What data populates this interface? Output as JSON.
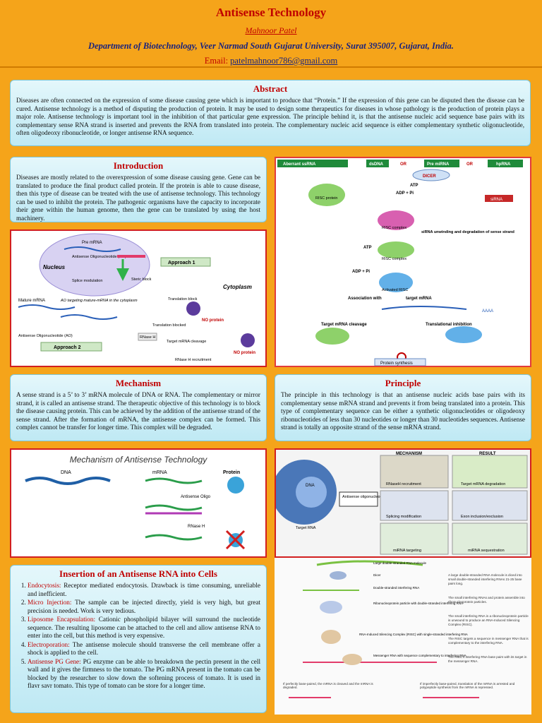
{
  "header": {
    "title": "Antisense Technology",
    "author": "Mahnoor Patel",
    "department": "Department of Biotechnology, Veer Narmad South Gujarat University, Surat 395007, Gujarat, India.",
    "email_label": "Email:",
    "email": "patelmahnoor786@gmail.com"
  },
  "abstract": {
    "heading": "Abstract",
    "text": "Diseases are often connected on the expression of some disease causing gene which is important to produce that “Protein.” If the expression of this gene can be disputed then the disease can be cured. Antisense technology is a method of disputing the production of protein. It may be used to design some therapeutics for diseases in whose pathology is the production of protein plays a major role. Antisense technology is important tool in the inhibition of that particular gene expression. The principle behind it, is that the antisense nucleic acid sequence base pairs with its complementary sense RNA strand is inserted and prevents the RNA from translated into protein. The complementary nucleic acid sequence is either complementary synthetic oligonucleotide, often oligodeoxy ribonucleotide, or longer antisense RNA sequence."
  },
  "introduction": {
    "heading": "Introduction",
    "text": "Diseases are mostly related to the overexpression of some disease causing gene. Gene can be translated to produce the final product called protein. If the protein is able to cause disease, then this type of disease can be treated with the use of antisense technology. This technology can be used to inhibit the protein. The pathogenic organisms have the capacity to incorporate their gene within the human genome, then the gene can be translated by using the host machinery."
  },
  "mechanism": {
    "heading": "Mechanism",
    "text": "A sense strand is a 5’ to 3’ mRNA molecule of DNA or RNA. The complementary or mirror strand, it is called an antisense strand. The therapeutic objective of this technology is to block the disease causing protein. This can be achieved by the addition of the antisense strand of the sense strand. After the formation of mRNA, the antisense complex can be formed. This complex cannot be transfer for longer time. This complex will be degraded."
  },
  "principle": {
    "heading": "Principle",
    "text": "The principle in this technology is that an antisense nucleic acids base pairs with its complementary sense mRNA strand and prevents it from being translated into a protein. This type of complementary sequence can be either a synthetic oligonucleotides or oligodeoxy ribonucleotides of less than 30 nucleotides or longer than 30 nucleotides sequences. Antisense strand is totally an opposite strand of the sense mRNA strand."
  },
  "insertion": {
    "heading": "Insertion of an Antisense RNA into Cells",
    "items": [
      {
        "term": "Endocytosis:",
        "text": " Receptor mediated endocytosis. Drawback is time consuming, unreliable and inefficient."
      },
      {
        "term": "Micro Injection:",
        "text": " The sample can be injected directly, yield is very high, but great precision is needed. Work is very tedious."
      },
      {
        "term": "Liposome Encapsulation:",
        "text": " Cationic phospholipid bilayer will surround the nucleotide sequence. The resulting liposome can be attached to the cell and allow antisense RNA to enter into the cell, but this method is very expensive."
      },
      {
        "term": "Electroporation:",
        "text": " The antisense molecule should transverse the cell membrane offer a shock is applied to the cell."
      },
      {
        "term": "Antisense PG Gene:",
        "text": " PG enzyme can be able to breakdown the pectin present in the cell wall and it gives the firmness to the tomato. The PG mRNA present in the tomato can be blocked by the researcher to slow down the softening process of tomato. It is used in flavr savr tomato. This type of tomato can be store for a longer time."
      }
    ]
  },
  "fig_approach": {
    "nucleus": "Nucleus",
    "cytoplasm": "Cytoplasm",
    "pre_mrna": "Pre mRNA",
    "ao": "Antisense Oligonucleotide (AO)",
    "splice": "Splice modulation",
    "steric": "Steric block",
    "approach1": "Approach 1",
    "approach2": "Approach 2",
    "mature": "Mature mRNA",
    "ao_target": "AO targeting mature-mRNA in the cytoplasm",
    "translation_block": "Translation block",
    "translation_blocked": "Translation blocked",
    "no_protein": "NO protein",
    "rnase": "RNase H",
    "cleavage": "Target mRNA cleavage",
    "recruit": "RNase H recruitment",
    "ao2": "Antisense Oligonucleotide (AO)"
  },
  "fig_mech": {
    "title": "Mechanism of Antisense Technology",
    "dna": "DNA",
    "mrna": "mRNA",
    "protein": "Protein",
    "oligo": "Antisense Oligo",
    "rnase": "RNase H"
  },
  "fig_rnai": {
    "top": [
      "Aberrant ssRNA",
      "dsDNA",
      "OR",
      "Pre miRNA",
      "OR",
      "hpRNA"
    ],
    "dicer": "DICER",
    "atp": "ATP",
    "adp": "ADP + Pi",
    "risc_protein": "RISC protein",
    "sirna": "siRNA",
    "risc_complex": "RISC complex",
    "unwind": "siRNA unwinding and degradation of sense strand",
    "risc_complex2": "RISC complex",
    "atp2": "ATP",
    "adp2": "ADP + Pi",
    "activated": "Activated RISC",
    "assoc": "Association with",
    "target": "target mRNA",
    "aaaa": "AAAA",
    "cleavage": "Target mRNA cleavage",
    "inhibition": "Translational inhibition",
    "protein_synth": "Protein synthesis"
  },
  "fig_result": {
    "mechanism": "MECHANISM",
    "result": "RESULT",
    "dna": "DNA",
    "target_rna": "Target RNA",
    "antisense": "Antisense oligonucleotide",
    "rnaseh": "RNaseH recruitment",
    "degradation": "Target mRNA degradation",
    "splicing": "Splicing modification",
    "exon": "Exon inclusion/exclusion",
    "mirna_target": "miRNA targeting",
    "mirna_seq": "miRNA sequestration"
  },
  "fig_sirna": {
    "labels": [
      "Large double-stranded RNA molecule",
      "Dicer",
      "Double-stranded interfering RNA",
      "Ribonucleoprotein particle with double-stranded interfering RNA",
      "RNA-Induced Silencing Complex (RISC) with single-stranded interfering RNA",
      "Messenger RNA with sequence complementary to interfering RNA"
    ],
    "notes": [
      "A large double-stranded RNA molecule is diced into small double-stranded interfering RNAs 21-25 base pairs long.",
      "The small interfering RNAs and protein assemble into ribonucleoprotein particles.",
      "The small interfering RNA in a ribonucleoprotein particle is unwound to produce an RNA-Induced Silencing Complex (RISC).",
      "The RISC targets a sequence in messenger RNA that is complementary to the interfering RNA.",
      "The RISC's interfering RNA base pairs with its target in the messenger RNA."
    ],
    "perfect": "If perfectly base-paired, the mRNA is cleaved and the mRNA is degraded.",
    "imperfect": "If imperfectly base-paired, translation of the mRNA is arrested and polypeptide synthesis from the mRNA is repressed."
  },
  "colors": {
    "background": "#f5a41a",
    "heading": "#c00000",
    "dept": "#1a237e",
    "box_bg": "#d6f1f8",
    "frame": "#d21f1f"
  }
}
